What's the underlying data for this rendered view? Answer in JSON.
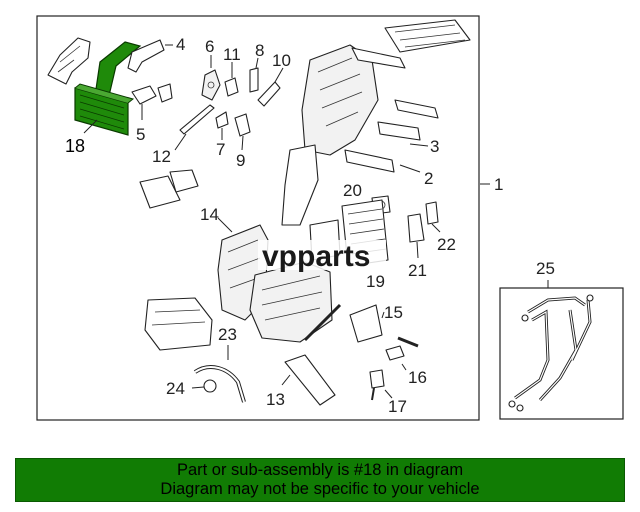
{
  "diagram": {
    "callouts": {
      "c1": "1",
      "c2": "2",
      "c3": "3",
      "c4": "4",
      "c5": "5",
      "c6": "6",
      "c7": "7",
      "c8": "8",
      "c9": "9",
      "c10": "10",
      "c11": "11",
      "c12": "12",
      "c13": "13",
      "c14": "14",
      "c15": "15",
      "c16": "16",
      "c17": "17",
      "c18": "18",
      "c19": "19",
      "c20": "20",
      "c21": "21",
      "c22": "22",
      "c23": "23",
      "c24": "24",
      "c25": "25"
    },
    "highlight_part": "18",
    "highlight_color": "#1f8a0a",
    "watermark": {
      "prefix": "vp",
      "text": "parts"
    }
  },
  "banner": {
    "line1": "Part or sub-assembly is #18 in diagram",
    "line2": "Diagram may not be specific to your vehicle",
    "background": "#117c04"
  }
}
